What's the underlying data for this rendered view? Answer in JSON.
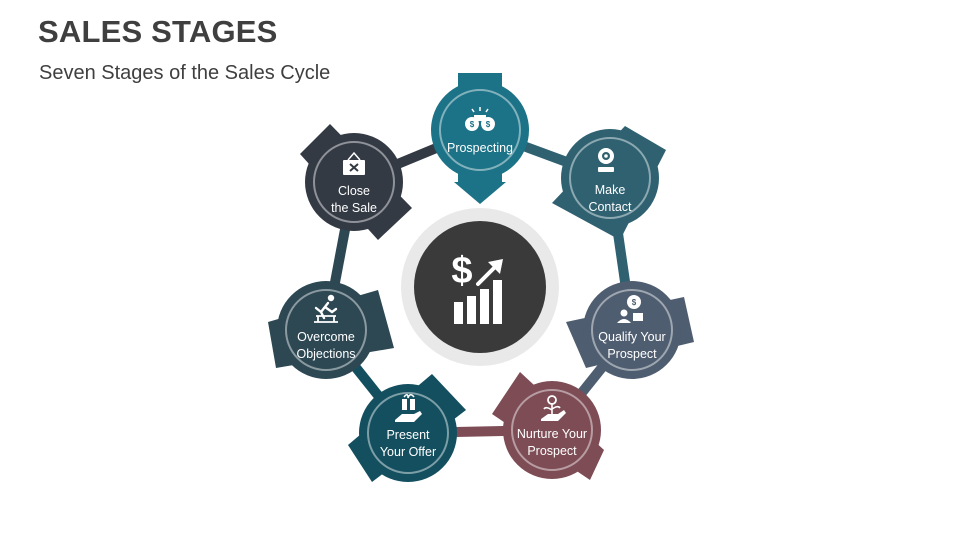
{
  "title": "SALES STAGES",
  "subtitle": "Seven Stages of the Sales Cycle",
  "colors": {
    "teal": "#1c7286",
    "steel": "#2f6171",
    "slate": "#4f5d70",
    "mauve": "#7d4c55",
    "dark_teal": "#134f5f",
    "dark_blue_gray": "#2d4853",
    "charcoal": "#333a44",
    "center": "#3a3a3a"
  },
  "center": {
    "icon": "dollar-growth-chart-icon"
  },
  "stages": [
    {
      "id": "prospecting",
      "line1": "Prospecting",
      "line2": "",
      "icon": "binoculars-dollar-icon",
      "color": "#1c7286"
    },
    {
      "id": "make-contact",
      "line1": "Make",
      "line2": "Contact",
      "icon": "webcam-icon",
      "color": "#2f6171"
    },
    {
      "id": "qualify-your-prospect",
      "line1": "Qualify Your",
      "line2": "Prospect",
      "icon": "qualify-person-icon",
      "color": "#4f5d70"
    },
    {
      "id": "nurture-your-prospect",
      "line1": "Nurture Your",
      "line2": "Prospect",
      "icon": "hand-plant-icon",
      "color": "#7d4c55"
    },
    {
      "id": "present-your-offer",
      "line1": "Present",
      "line2": "Your Offer",
      "icon": "hand-gift-icon",
      "color": "#134f5f"
    },
    {
      "id": "overcome-objections",
      "line1": "Overcome",
      "line2": "Objections",
      "icon": "hurdle-runner-icon",
      "color": "#2d4853"
    },
    {
      "id": "close-the-sale",
      "line1": "Close",
      "line2": "the Sale",
      "icon": "closed-sign-icon",
      "color": "#333a44"
    }
  ]
}
